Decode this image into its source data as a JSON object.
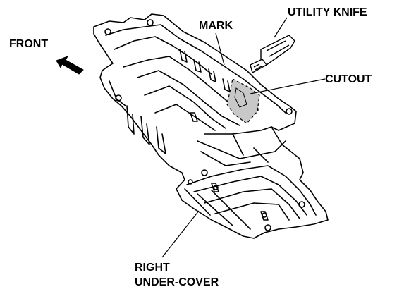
{
  "labels": {
    "utility_knife": "UTILITY KNIFE",
    "mark": "MARK",
    "front": "FRONT",
    "cutout": "CUTOUT",
    "right_under_cover_line1": "RIGHT",
    "right_under_cover_line2": "UNDER-COVER"
  },
  "colors": {
    "line": "#000000",
    "cutout_fill": "#c8c8c8",
    "background": "#ffffff"
  }
}
